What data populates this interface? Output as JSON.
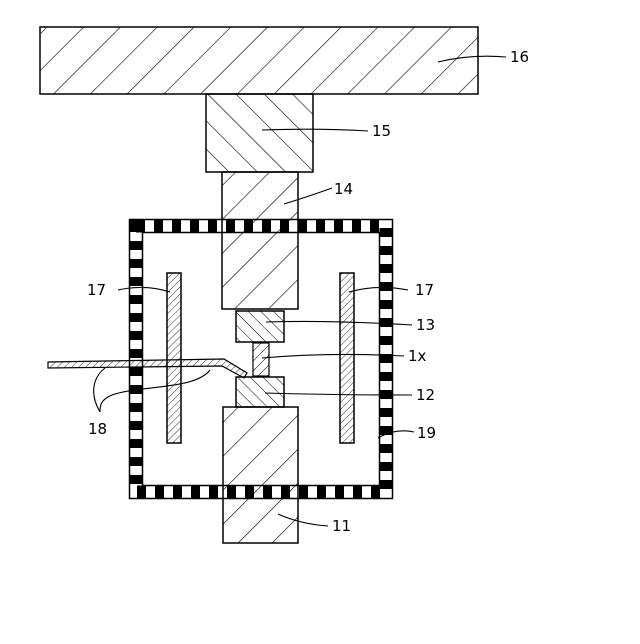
{
  "labels": {
    "l16": "16",
    "l15": "15",
    "l14": "14",
    "l17_left": "17",
    "l17_right": "17",
    "l13": "13",
    "l1x": "1x",
    "l12": "12",
    "l18": "18",
    "l19": "19",
    "l11": "11"
  }
}
